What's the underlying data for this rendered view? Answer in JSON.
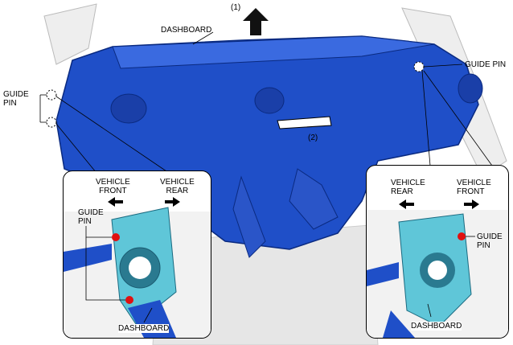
{
  "callouts": {
    "step1": "(1)",
    "step2": "(2)",
    "dashboard": "DASHBOARD",
    "guide_pin_right": "GUIDE PIN",
    "guide_pin_left_line1": "GUIDE",
    "guide_pin_left_line2": "PIN"
  },
  "left_inset": {
    "front_line1": "VEHICLE",
    "front_line2": "FRONT",
    "rear_line1": "VEHICLE",
    "rear_line2": "REAR",
    "guide_pin_line1": "GUIDE",
    "guide_pin_line2": "PIN",
    "dashboard": "DASHBOARD"
  },
  "right_inset": {
    "rear_line1": "VEHICLE",
    "rear_line2": "REAR",
    "front_line1": "VEHICLE",
    "front_line2": "FRONT",
    "guide_pin_line1": "GUIDE",
    "guide_pin_line2": "PIN",
    "dashboard": "DASHBOARD"
  },
  "colors": {
    "dashboard_blue": "#1f4fc8",
    "pin_red": "#e01010",
    "bracket_cyan": "#5fc6d8"
  }
}
